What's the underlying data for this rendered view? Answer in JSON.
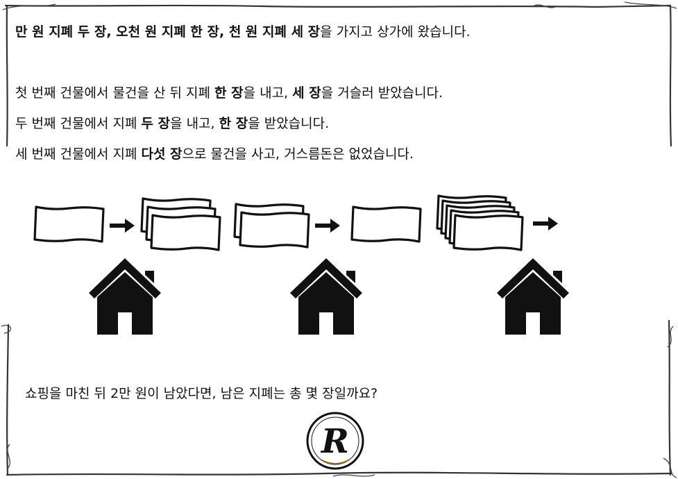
{
  "puzzle": {
    "intro": {
      "p1": "만 원 지폐 두 장, 오천 원 지폐 한 장, 천 원 지폐 세 장",
      "p2": "을 가지고 상가에 왔습니다."
    },
    "step1": {
      "a": "첫 번째 건물에서 물건을 산 뒤 지폐 ",
      "b": "한 장",
      "c": "을 내고, ",
      "d": "세 장",
      "e": "을 거슬러 받았습니다."
    },
    "step2": {
      "a": "두 번째 건물에서 지폐 ",
      "b": "두 장",
      "c": "을 내고, ",
      "d": "한 장",
      "e": "을 받았습니다."
    },
    "step3": {
      "a": "세 번째 건물에서 지폐 ",
      "b": "다섯 장",
      "c": "으로 물건을 사고, 거스름돈은 없었습니다."
    },
    "question": "쇼핑을 마친 뒤 2만 원이 남았다면, 남은 지폐는 총 몇 장일까요?"
  },
  "diagram": {
    "sequence": [
      {
        "bills": 1
      },
      {
        "arrow": true
      },
      {
        "bills": 3
      },
      {
        "bills": 2
      },
      {
        "arrow": true
      },
      {
        "bills": 1
      },
      {
        "bills": 5
      },
      {
        "arrow": true
      }
    ],
    "icons": [
      "bill-icon",
      "arrow-right-icon",
      "house-icon",
      "logo-seal-icon"
    ],
    "logo_text": "R"
  }
}
